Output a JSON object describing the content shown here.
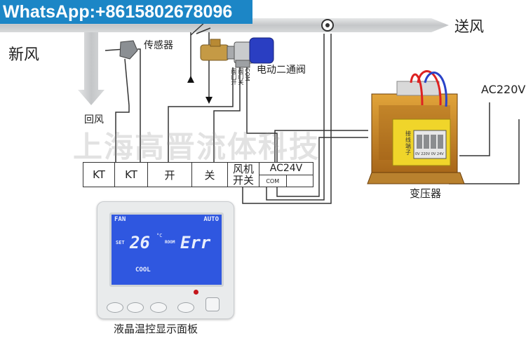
{
  "banner": "WhatsApp:+8615802678096",
  "labels": {
    "fresh_air": "新风",
    "supply_air": "送风",
    "return_air": "回风",
    "sensor": "传感器",
    "valve": "电动二通阀",
    "valve_open": "阀门开",
    "valve_close": "阀门关",
    "valve_com": "COM",
    "ac220": "AC220V",
    "transformer": "变压器",
    "panel_caption": "液晶温控显示面板"
  },
  "watermark": "上海高晋流体科技",
  "terminals": [
    "KT",
    "KT",
    "开",
    "关"
  ],
  "fan_switch": [
    "风机",
    "开关"
  ],
  "ac24": "AC24V",
  "ac24_com": "COM",
  "transformer_plate": [
    "接",
    "线",
    "端",
    "子"
  ],
  "transformer_pins": "0V 220V 0V 24V",
  "lcd": {
    "fan": "FAN",
    "auto": "AUTO",
    "set": "SET",
    "temp": "26",
    "unit": "°C",
    "room": "ROOM",
    "err": "Err",
    "mode": "COOL"
  },
  "colors": {
    "banner": "#1c86c6",
    "lcd": "#2f57e0",
    "duct": "#cfd1d3"
  }
}
